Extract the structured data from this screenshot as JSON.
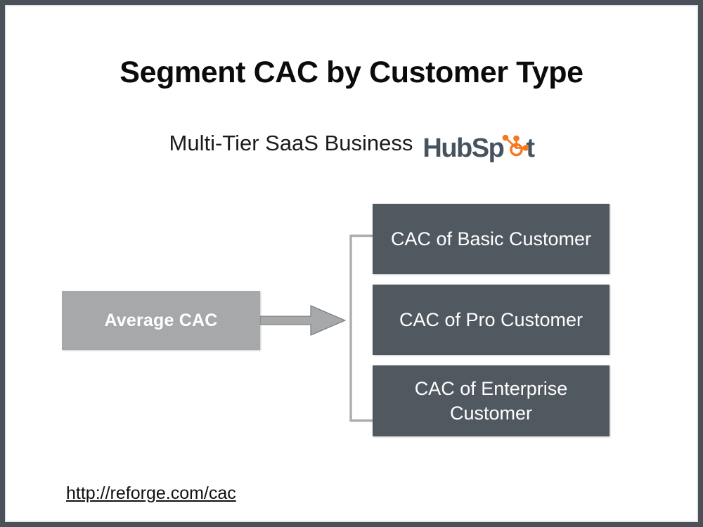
{
  "slide": {
    "title": "Segment CAC by Customer Type",
    "subtitle": "Multi-Tier SaaS Business",
    "brand": {
      "name_lead": "HubSp",
      "name_tail": "t",
      "icon": "hubspot-sprocket-icon",
      "word_color": "#45535f",
      "sprocket_color": "#f8761f"
    },
    "source": {
      "label": "Average CAC",
      "fill_color": "#a6a8a9",
      "text_color": "#ffffff"
    },
    "arrow": {
      "icon": "right-block-arrow-icon",
      "fill_color": "#a6a8a9",
      "stroke_color": "#6f7376"
    },
    "bracket": {
      "icon": "bracket-connector-icon",
      "stroke_color": "#a9adb0"
    },
    "segments": [
      {
        "label": "CAC of Basic Customer",
        "fill_color": "#515960",
        "text_color": "#ffffff"
      },
      {
        "label": "CAC of Pro Customer",
        "fill_color": "#515960",
        "text_color": "#ffffff"
      },
      {
        "label": "CAC of Enterprise Customer",
        "fill_color": "#515960",
        "text_color": "#ffffff"
      }
    ],
    "footer": {
      "link_text": "http://reforge.com/cac"
    },
    "frame_color": "#4a5158",
    "background_color": "#ffffff"
  }
}
